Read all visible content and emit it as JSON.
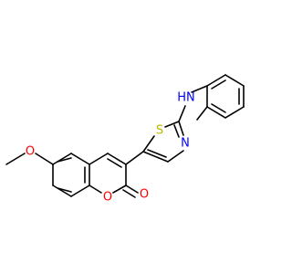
{
  "molecule": {
    "background": "#ffffff",
    "bond_color": "#000000",
    "atom_colors": {
      "O": "#ff0000",
      "N": "#0000ff",
      "S": "#b8b800"
    },
    "atom_labels": {
      "methoxy_O": "O",
      "lactone_ring_O": "O",
      "carbonyl_O": "O",
      "thiazole_S": "S",
      "thiazole_N": "N",
      "amine_NH": "HN"
    }
  }
}
